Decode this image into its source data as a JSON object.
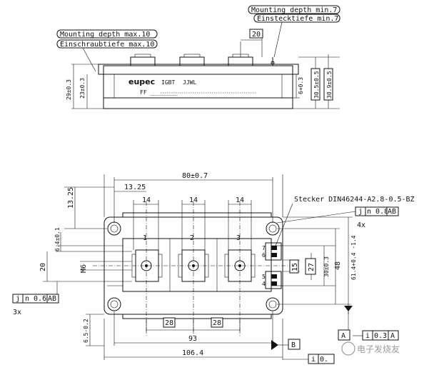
{
  "top_view": {
    "note_mounting_depth_min": "Mounting depth min.7",
    "note_einstecktiefe_min": "Einstecktiefe min.7",
    "note_mounting_depth_max": "Mounting depth max.10",
    "note_einschraubtiefe_max": "Einschraubtiefe max.10",
    "dim_20": "20",
    "dim_29": "29±0.3",
    "dim_23": "23±0.3",
    "dim_6": "6+0.3",
    "dim_30_5": "30.5±0.5",
    "dim_30_9": "30.9±0.5",
    "brand": "eupec",
    "label_igbt": "IGBT",
    "label_code": "JJWL",
    "label_ff": "FF ________"
  },
  "bottom_view": {
    "dim_80": "80±0.7",
    "dim_13_25_h": "13.25",
    "dim_13_25_v": "13.25",
    "dim_14_a": "14",
    "dim_14_b": "14",
    "dim_14_c": "14",
    "stecker": "Stecker  DIN46244-A2.8-0.5-BZ",
    "terminal_1": "1",
    "terminal_2": "2",
    "terminal_3": "3",
    "dim_6_4": "6.4±0.1",
    "dim_20": "20",
    "dim_m6": "M6",
    "tol_j_n06": "j",
    "tol_n06": "n 0.6",
    "tol_ab_left": "AB",
    "count_3x": "3x",
    "tol_j_n08": "j",
    "tol_n08": "n 0.8",
    "tol_ab_right": "AB",
    "count_4x": "4x",
    "dim_15": "15",
    "dim_27": "27",
    "dim_30": "30±0.3",
    "dim_48": "48",
    "dim_61_4": "61.4+0.4 -1.4",
    "pin_7": "7",
    "pin_6": "6",
    "pin_5": "5",
    "pin_4": "4",
    "dim_28_a": "28",
    "dim_28_b": "28",
    "dim_93": "93",
    "dim_6_5": "6.5-0.2",
    "dim_106_4": "106.4",
    "datum_a": "A",
    "datum_b": "B",
    "tol_i_a": "i",
    "tol_03": "0.3",
    "tol_a": "A",
    "tol_i_b": "i",
    "tol_0_b": "0."
  },
  "watermark": "电子发烧友"
}
